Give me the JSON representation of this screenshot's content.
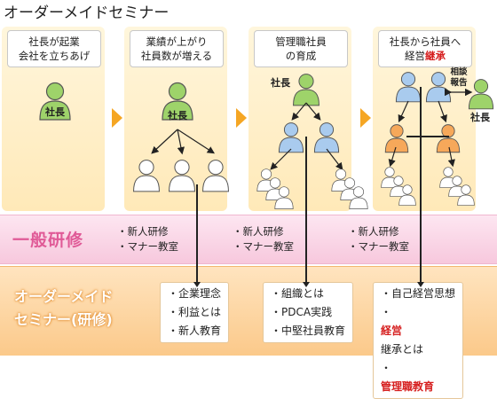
{
  "title": "オーダーメイドセミナー",
  "stages": [
    {
      "lines": [
        "社長が起業",
        "会社を立ちあげ"
      ]
    },
    {
      "lines": [
        "業績が上がり",
        "社員数が増える"
      ]
    },
    {
      "lines": [
        "管理職社員",
        "の育成"
      ]
    },
    {
      "lines": [
        "社長から社員へ",
        "経営",
        "継承"
      ]
    }
  ],
  "person_labels": {
    "president": "社長",
    "consult_line1": "相談",
    "consult_line2": "報告"
  },
  "general_training": {
    "label": "一般研修",
    "items": [
      "・新人研修",
      "・マナー教室"
    ]
  },
  "custom_seminar": {
    "label_line1": "オーダーメイド",
    "label_line2": "セミナー(研修)",
    "topics": [
      [
        "・企業理念",
        "・利益とは",
        "・新人教育"
      ],
      [
        "・組織とは",
        "・PDCA実践",
        "・中堅社員教育"
      ],
      [
        "・自己経営思想",
        "・経営継承とは",
        "・管理職教育"
      ]
    ],
    "topic3_prefix": "・",
    "topic3_line2_red": "経営",
    "topic3_line2_rest": "継承とは",
    "topic3_line3": "管理職教育"
  },
  "colors": {
    "president_green": "#9ed36a",
    "manager_blue": "#a9cbee",
    "successor_orange": "#f6a85a",
    "arrow_orange": "#f5a623",
    "accent_red": "#d62020",
    "general_pink": "#e05a97"
  }
}
